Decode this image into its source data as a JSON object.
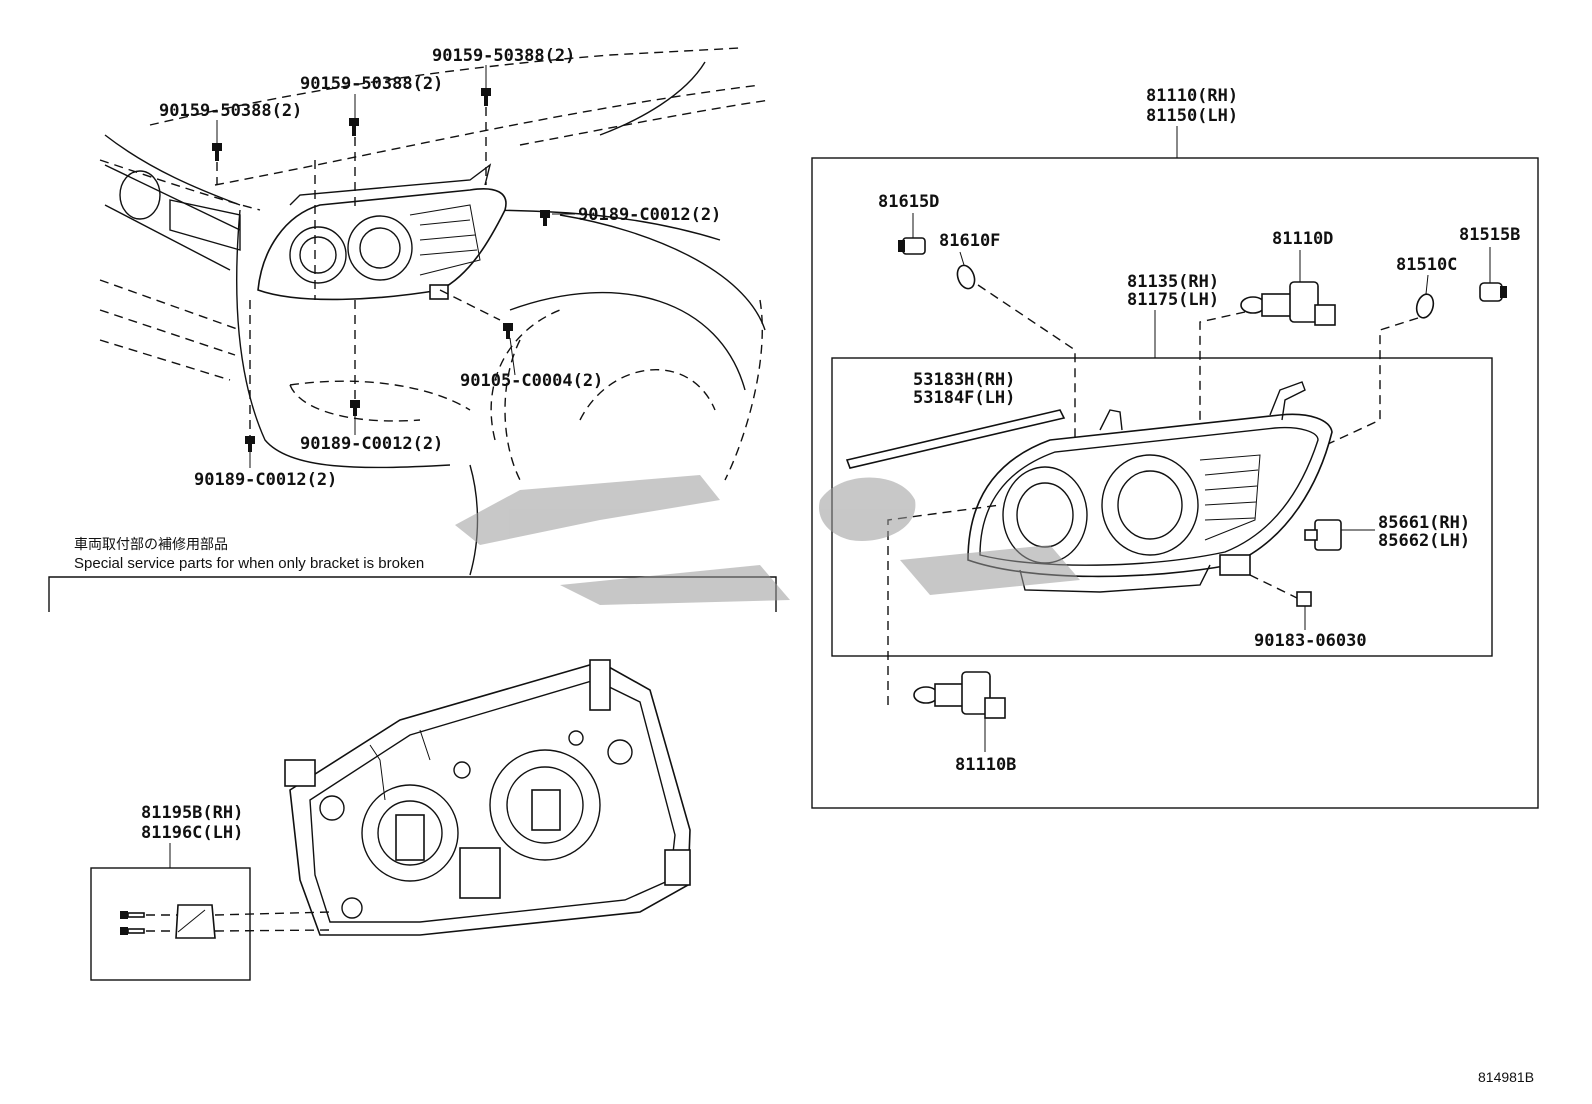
{
  "figure_id": "814981B",
  "note": {
    "jp": "車両取付部の補修用部品",
    "en": "Special service parts for when only bracket is broken"
  },
  "callouts": {
    "c1": "90159-50388(2)",
    "c2": "90159-50388(2)",
    "c3": "90159-50388(2)",
    "c4": "90189-C0012(2)",
    "c5": "90105-C0004(2)",
    "c6": "90189-C0012(2)",
    "c7": "90189-C0012(2)",
    "assy_rh": "81110(RH)",
    "assy_lh": "81150(LH)",
    "p81615": "81615D",
    "p81610": "81610F",
    "p81110d": "81110D",
    "p81515": "81515B",
    "p81510": "81510C",
    "unit_rh": "81135(RH)",
    "unit_lh": "81175(LH)",
    "trim_rh": "53183H(RH)",
    "trim_lh": "53184F(LH)",
    "motor_rh": "85661(RH)",
    "motor_lh": "85662(LH)",
    "clip": "90183-06030",
    "bulb": "81110B",
    "bracket_rh": "81195B(RH)",
    "bracket_lh": "81196C(LH)"
  },
  "colors": {
    "line": "#111111",
    "watermark": "#cfcfcf"
  },
  "icons": [
    "bolt-icon",
    "screw-icon",
    "bulb-icon",
    "socket-icon",
    "bracket-icon"
  ]
}
